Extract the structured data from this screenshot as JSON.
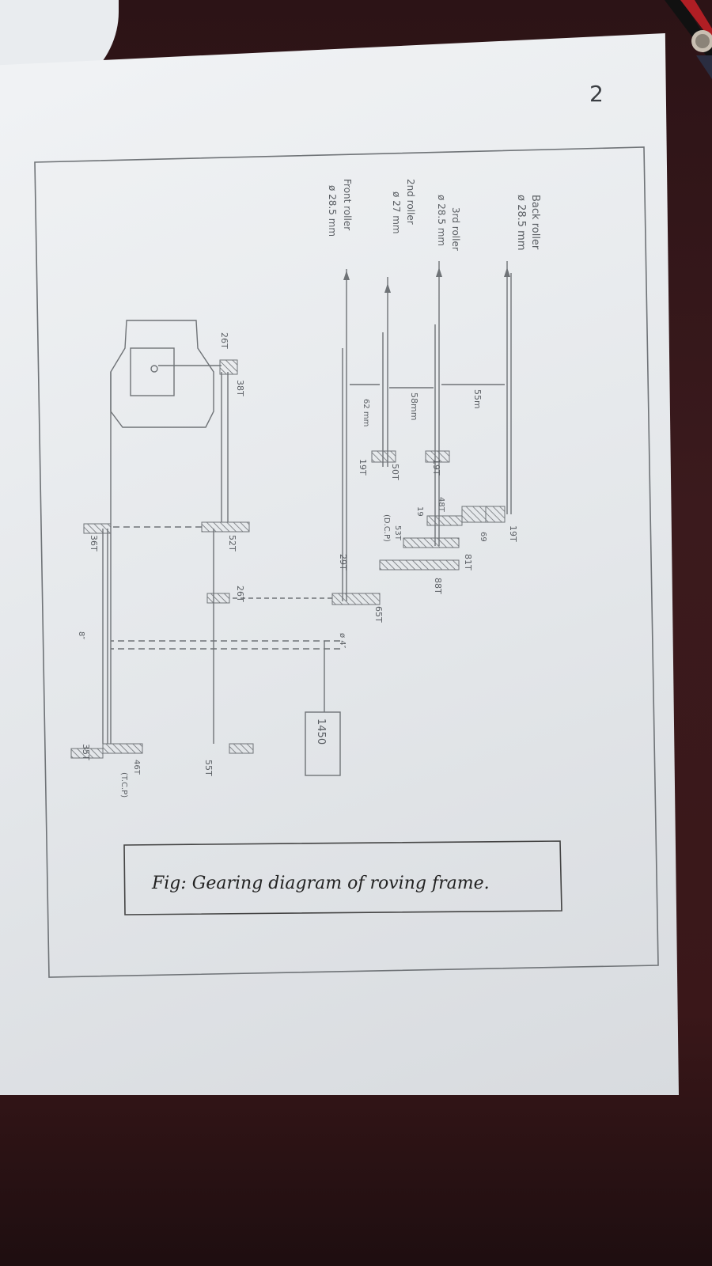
{
  "page_number": "2",
  "caption": "Fig: Gearing diagram of roving frame.",
  "rollers": {
    "back_roller": "Back roller",
    "back_roller_dia": "ø 28.5 mm",
    "third_roller": "3rd roller",
    "third_roller_dia": "ø 28.5 mm",
    "second_roller": "2nd roller",
    "second_roller_dia": "ø 27 mm",
    "front_roller": "Front roller",
    "front_roller_dia": "ø 28.5 mm"
  },
  "spacings": {
    "back_to_third": "55m",
    "third_to_second": "58mm",
    "second_to_front": "62 mm"
  },
  "gear_labels": {
    "g19T_back": "19T",
    "g48T": "48T",
    "g69": "69",
    "g19": "19",
    "g19T_third": "19T",
    "g50T": "50T",
    "g19T_second": "19T",
    "g53T": "53T",
    "g53T_note": "(D.C.P)",
    "g81T": "81T",
    "g88T": "88T",
    "g29T": "29T",
    "g65T": "65T",
    "g26T_cone": "26T",
    "g26T_flyer": "26T",
    "g38T": "38T",
    "g52T": "52T",
    "g36T": "36T",
    "g8in": "8″",
    "g4in": "ø 4″",
    "g35T": "35T",
    "g55T": "55T",
    "g46T": "46T",
    "g46T_note": "(T.C.P)",
    "motor": "1450"
  }
}
